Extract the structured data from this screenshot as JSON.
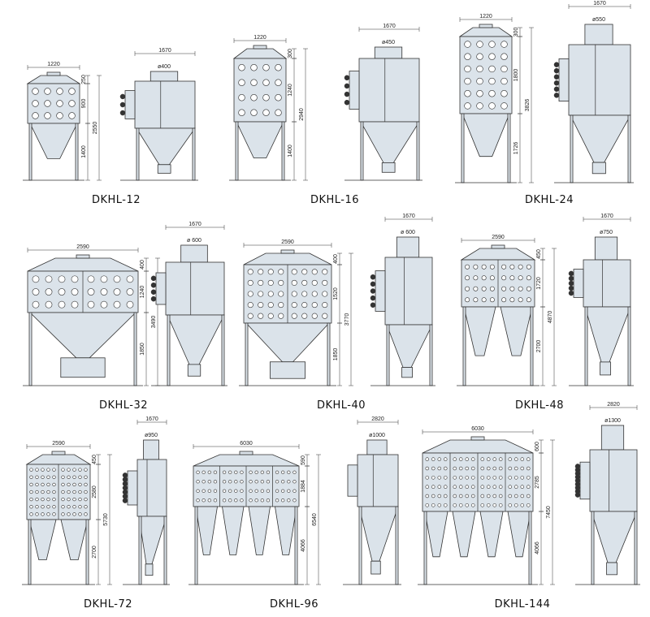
{
  "colors": {
    "body_fill": "#dbe3ea",
    "stroke": "#333333",
    "hole_fill": "#ffffff"
  },
  "models": [
    {
      "model": "DKHL-12",
      "front": {
        "width": "1220",
        "top": "250",
        "filter": "900",
        "lower": "1400",
        "total": "2550"
      },
      "side": {
        "width": "1670",
        "outlet": "ø400"
      }
    },
    {
      "model": "DKHL-16",
      "front": {
        "width": "1220",
        "top": "300",
        "filter": "1240",
        "lower": "1400",
        "total": "2940"
      },
      "side": {
        "width": "1670",
        "outlet": "ø450"
      }
    },
    {
      "model": "DKHL-24",
      "front": {
        "width": "1220",
        "top": "300",
        "filter": "1800",
        "lower": "1726",
        "total": "3826"
      },
      "side": {
        "width": "1670",
        "outlet": "ø550"
      }
    },
    {
      "model": "DKHL-32",
      "front": {
        "width": "2590",
        "top": "400",
        "filter": "1240",
        "lower": "1850",
        "total": "3490"
      },
      "side": {
        "width": "1670",
        "outlet": "ø 600"
      }
    },
    {
      "model": "DKHL-40",
      "front": {
        "width": "2590",
        "top": "400",
        "filter": "1520",
        "lower": "1850",
        "total": "3770"
      },
      "side": {
        "width": "1670",
        "outlet": "ø 600"
      }
    },
    {
      "model": "DKHL-48",
      "front": {
        "width": "2590",
        "top": "450",
        "filter": "1720",
        "lower": "2700",
        "total": "4870"
      },
      "side": {
        "width": "1670",
        "outlet": "ø750"
      }
    },
    {
      "model": "DKHL-72",
      "front": {
        "width": "2590",
        "top": "450",
        "filter": "2580",
        "lower": "2700",
        "total": "5730"
      },
      "side": {
        "width": "1670",
        "outlet": "ø950"
      }
    },
    {
      "model": "DKHL-96",
      "front": {
        "width": "6030",
        "top": "590",
        "filter": "1884",
        "lower": "4066",
        "total": "6540"
      },
      "side": {
        "width": "2820",
        "outlet": "ø1000"
      }
    },
    {
      "model": "DKHL-144",
      "front": {
        "width": "6030",
        "top": "600",
        "filter": "2785",
        "lower": "4066",
        "total": "7450"
      },
      "side": {
        "width": "2820",
        "outlet": "ø1300"
      }
    }
  ]
}
